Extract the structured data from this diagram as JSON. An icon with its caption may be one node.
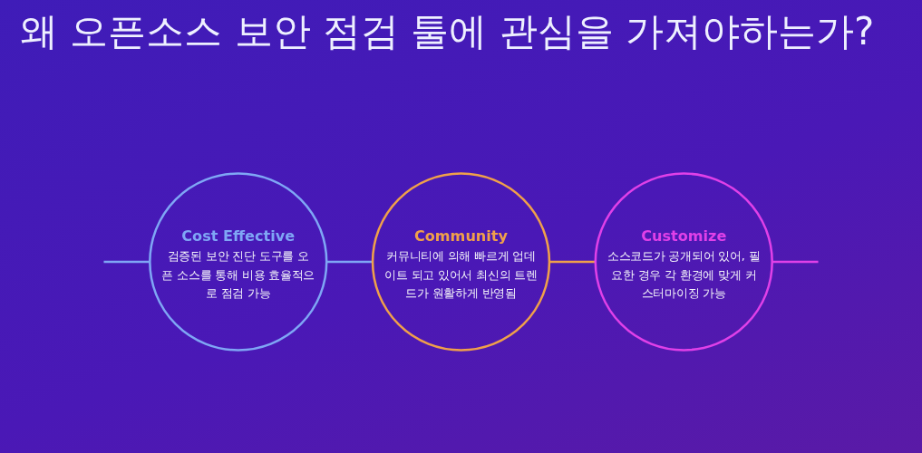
{
  "diagram": {
    "title": "왜 오픈소스 보안 점검 툴에 관심을 가져야하는가?",
    "nodes": [
      {
        "text": [
          "Cost Effective",
          "검증된 보안 진단 도구를 오픈 소스를 통해 비용 효율적으로 점검 가능"
        ]
      },
      {
        "text": [
          "Community",
          "커뮤니티에 의해 빠르게 업데이트 되고 있어서 최신의 트렌드가 원활하게 반영됨"
        ]
      },
      {
        "text": [
          "Customize",
          "소스코드가 공개되어 있어, 필요한 경우 각 환경에 맞게 커스터마이징 가능"
        ]
      }
    ],
    "edges": [
      {
        "from": null,
        "to": 0,
        "arrow": "none",
        "color": "#7fa6f5"
      },
      {
        "from": 0,
        "to": 1,
        "arrow": "none",
        "color": "#7fa6f5"
      },
      {
        "from": 1,
        "to": 2,
        "arrow": "none",
        "color": "#f0a04a"
      },
      {
        "from": 2,
        "to": null,
        "arrow": "none",
        "color": "#e040e8"
      }
    ]
  }
}
